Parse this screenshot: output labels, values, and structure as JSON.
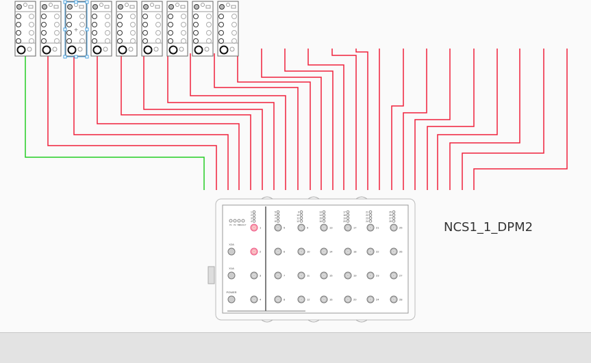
{
  "canvas": {
    "device_label": "NCS1_1_DPM2",
    "colors": {
      "wire_default": "#f0203a",
      "wire_selected": "#22cc22",
      "selection": "#4aa3e0",
      "port_highlight": "#f7a8b0",
      "outline": "#555555"
    },
    "modules": [
      {
        "id": 1,
        "wire": "green"
      },
      {
        "id": 2,
        "wire": "red"
      },
      {
        "id": 3,
        "wire": "red",
        "selected": true
      },
      {
        "id": 4,
        "wire": "red"
      },
      {
        "id": 5,
        "wire": "red"
      },
      {
        "id": 6,
        "wire": "red"
      },
      {
        "id": 7,
        "wire": "red"
      },
      {
        "id": 8,
        "wire": "red"
      },
      {
        "id": 9,
        "wire": "red"
      }
    ],
    "terminal_block": {
      "status_leds": [
        "P1",
        "P2",
        "BM",
        "FAULT"
      ],
      "connectors": [
        "X2A",
        "X1A",
        "POWER"
      ],
      "port_columns": [
        {
          "leds": [
            "1",
            "2",
            "3",
            "4"
          ],
          "ports": [
            "1",
            "2",
            "3",
            "4"
          ],
          "highlighted": [
            "1",
            "2"
          ]
        },
        {
          "leds": [
            "5",
            "6",
            "7",
            "8"
          ],
          "ports": [
            "5",
            "6",
            "7",
            "8"
          ]
        },
        {
          "leds": [
            "9",
            "10",
            "11",
            "12"
          ],
          "ports": [
            "9",
            "10",
            "11",
            "12"
          ]
        },
        {
          "leds": [
            "13",
            "14",
            "15",
            "16"
          ],
          "ports": [
            "13",
            "14",
            "15",
            "16"
          ]
        },
        {
          "leds": [
            "17",
            "18",
            "19",
            "20"
          ],
          "ports": [
            "17",
            "18",
            "19",
            "20"
          ]
        },
        {
          "leds": [
            "21",
            "22",
            "23",
            "24"
          ],
          "ports": [
            "21",
            "22",
            "23",
            "24"
          ]
        },
        {
          "leds": [
            "25",
            "26",
            "27",
            "28"
          ],
          "ports": [
            "25",
            "26",
            "27",
            "28"
          ]
        }
      ]
    }
  }
}
